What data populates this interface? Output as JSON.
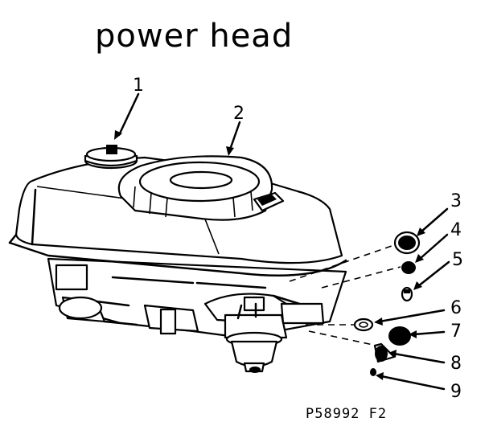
{
  "title": "power head",
  "drawing_code": "P58992  F2",
  "callouts": [
    "1",
    "2",
    "3",
    "4",
    "5",
    "6",
    "7",
    "8",
    "9"
  ]
}
